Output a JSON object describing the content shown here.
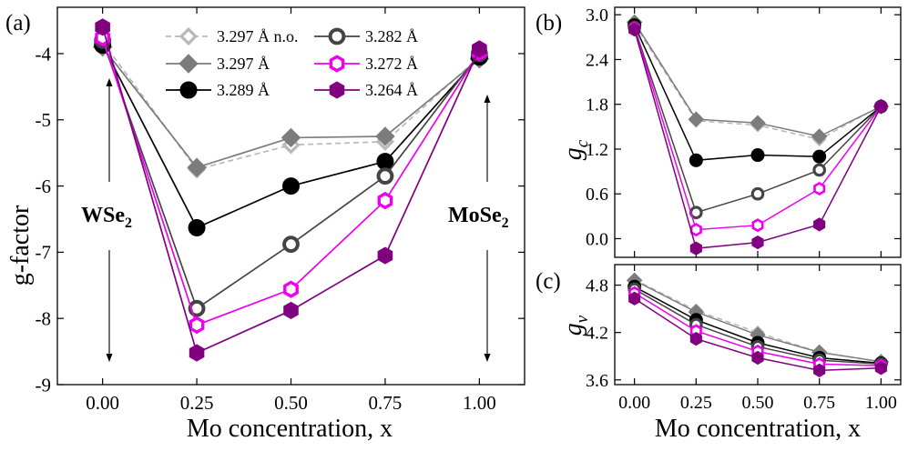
{
  "chart_data": [
    {
      "panel": "(a)",
      "type": "line",
      "xlabel": "Mo concentration, x",
      "ylabel": "g-factor",
      "xlim": [
        -0.12,
        1.12
      ],
      "ylim": [
        -9.0,
        -3.3
      ],
      "xticks": [
        "0.00",
        "0.25",
        "0.50",
        "0.75",
        "1.00"
      ],
      "xtick_values": [
        0,
        0.25,
        0.5,
        0.75,
        1.0
      ],
      "yticks": [
        "-4",
        "-5",
        "-6",
        "-7",
        "-8",
        "-9"
      ],
      "ytick_values": [
        -4,
        -5,
        -6,
        -7,
        -8,
        -9
      ],
      "annotations": [
        {
          "text": "WSe",
          "sub": "2",
          "at_x": 0.0
        },
        {
          "text": "MoSe",
          "sub": "2",
          "at_x": 1.0
        }
      ],
      "x": [
        0,
        0.25,
        0.5,
        0.75,
        1.0
      ],
      "series": [
        {
          "name": "3.297 Å n.o.",
          "values": [
            -3.82,
            -5.75,
            -5.38,
            -5.33,
            -4.05
          ],
          "color": "#b8b8b8",
          "marker": "diamond-open",
          "dashed": true
        },
        {
          "name": "3.297 Å",
          "values": [
            -3.9,
            -5.72,
            -5.27,
            -5.25,
            -4.08
          ],
          "color": "#7c7c7c",
          "marker": "diamond",
          "dashed": false
        },
        {
          "name": "3.289 Å",
          "values": [
            -3.87,
            -6.63,
            -6.0,
            -5.63,
            -4.05
          ],
          "color": "#000000",
          "marker": "circle",
          "dashed": false
        },
        {
          "name": "3.282 Å",
          "values": [
            -3.8,
            -7.85,
            -6.88,
            -5.85,
            -4.0
          ],
          "color": "#444444",
          "marker": "circle-open",
          "dashed": false
        },
        {
          "name": "3.272 Å",
          "values": [
            -3.76,
            -8.1,
            -7.56,
            -6.22,
            -3.98
          ],
          "color": "#ee00ee",
          "marker": "hexagon-open",
          "dashed": false
        },
        {
          "name": "3.264 Å",
          "values": [
            -3.6,
            -8.52,
            -7.88,
            -7.05,
            -3.93
          ],
          "color": "#800080",
          "marker": "hexagon",
          "dashed": false
        }
      ]
    },
    {
      "panel": "(b)",
      "type": "line",
      "xlabel": "",
      "ylabel": "g",
      "ylabel_sub": "c",
      "xlim": [
        -0.08,
        1.08
      ],
      "ylim": [
        -0.25,
        3.1
      ],
      "yticks": [
        "3.0",
        "2.4",
        "1.8",
        "1.2",
        "0.6",
        "0.0"
      ],
      "ytick_values": [
        3.0,
        2.4,
        1.8,
        1.2,
        0.6,
        0.0
      ],
      "x": [
        0,
        0.25,
        0.5,
        0.75,
        1.0
      ],
      "series": [
        {
          "name": "3.297 Å n.o.",
          "values": [
            2.87,
            1.58,
            1.52,
            1.33,
            1.78
          ]
        },
        {
          "name": "3.297 Å",
          "values": [
            2.9,
            1.6,
            1.55,
            1.37,
            1.77
          ]
        },
        {
          "name": "3.289 Å",
          "values": [
            2.86,
            1.05,
            1.12,
            1.1,
            1.77
          ]
        },
        {
          "name": "3.282 Å",
          "values": [
            2.83,
            0.35,
            0.6,
            0.92,
            1.77
          ]
        },
        {
          "name": "3.272 Å",
          "values": [
            2.82,
            0.12,
            0.18,
            0.67,
            1.77
          ]
        },
        {
          "name": "3.264 Å",
          "values": [
            2.8,
            -0.13,
            -0.05,
            0.19,
            1.77
          ]
        }
      ]
    },
    {
      "panel": "(c)",
      "type": "line",
      "xlabel": "Mo concentration, x",
      "ylabel": "g",
      "ylabel_sub": "v",
      "xlim": [
        -0.08,
        1.08
      ],
      "xticks": [
        "0.00",
        "0.25",
        "0.50",
        "0.75",
        "1.00"
      ],
      "xtick_values": [
        0,
        0.25,
        0.5,
        0.75,
        1.0
      ],
      "ylim": [
        3.54,
        5.06
      ],
      "yticks": [
        "4.8",
        "4.2",
        "3.6"
      ],
      "ytick_values": [
        4.8,
        4.2,
        3.6
      ],
      "x": [
        0,
        0.25,
        0.5,
        0.75,
        1.0
      ],
      "series": [
        {
          "name": "3.297 Å n.o.",
          "values": [
            4.87,
            4.48,
            4.2,
            3.95,
            3.83
          ]
        },
        {
          "name": "3.297 Å",
          "values": [
            4.86,
            4.46,
            4.17,
            3.95,
            3.83
          ]
        },
        {
          "name": "3.289 Å",
          "values": [
            4.78,
            4.36,
            4.07,
            3.88,
            3.81
          ]
        },
        {
          "name": "3.282 Å",
          "values": [
            4.75,
            4.3,
            4.02,
            3.85,
            3.8
          ]
        },
        {
          "name": "3.272 Å",
          "values": [
            4.7,
            4.22,
            3.96,
            3.8,
            3.78
          ]
        },
        {
          "name": "3.264 Å",
          "values": [
            4.63,
            4.12,
            3.88,
            3.72,
            3.75
          ]
        }
      ]
    }
  ]
}
